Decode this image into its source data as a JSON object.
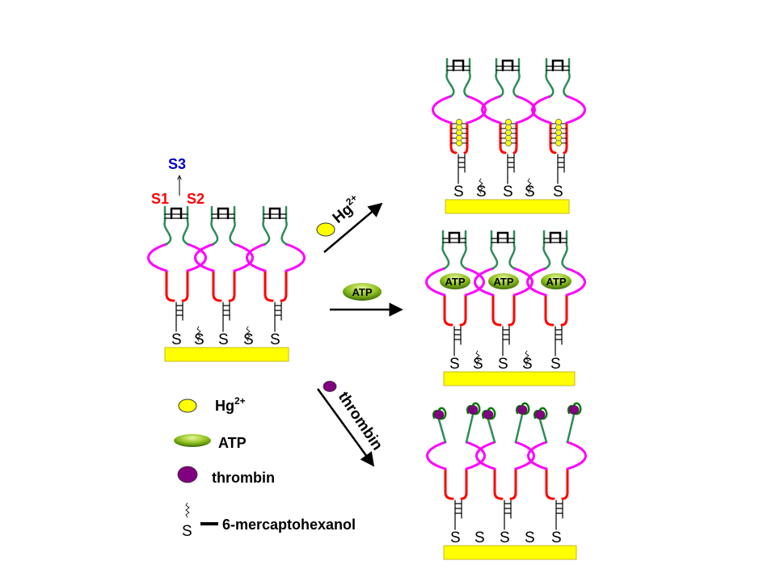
{
  "labels": {
    "s3": "S3",
    "s1": "S1",
    "s2": "S2",
    "s_letter": "S"
  },
  "arrows": {
    "hg": "Hg",
    "hg_charge": "2+",
    "atp": "ATP",
    "thrombin": "thrombin"
  },
  "atp_bound_label": "ATP",
  "legend": {
    "hg": "Hg",
    "hg_charge": "2+",
    "atp": "ATP",
    "thrombin": "thrombin",
    "mch": "6-mercaptohexanol"
  },
  "colors": {
    "gold_surface": "#ffff00",
    "s1_s2_red": "#ff0000",
    "s3_blue": "#0000cc",
    "magenta": "#ff00ff",
    "green_arm": "#2e8b57",
    "hg_yellow": "#ffff00",
    "thrombin_purple": "#800080",
    "atp_green": "#8fc21e"
  }
}
